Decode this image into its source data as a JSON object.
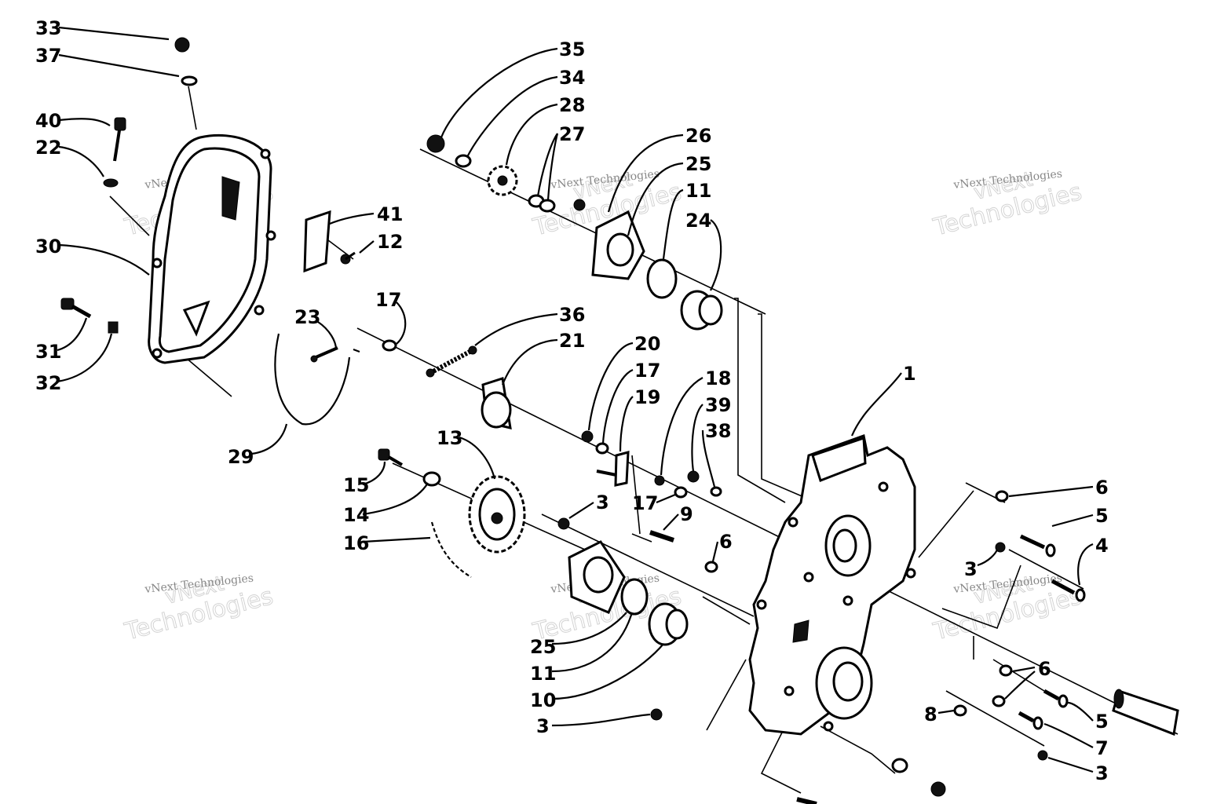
{
  "diagram": {
    "callouts": [
      {
        "id": "c33",
        "label": "33"
      },
      {
        "id": "c37",
        "label": "37"
      },
      {
        "id": "c40",
        "label": "40"
      },
      {
        "id": "c22",
        "label": "22"
      },
      {
        "id": "c30",
        "label": "30"
      },
      {
        "id": "c31",
        "label": "31"
      },
      {
        "id": "c32",
        "label": "32"
      },
      {
        "id": "c29",
        "label": "29"
      },
      {
        "id": "c23",
        "label": "23"
      },
      {
        "id": "c41",
        "label": "41"
      },
      {
        "id": "c12",
        "label": "12"
      },
      {
        "id": "c17a",
        "label": "17"
      },
      {
        "id": "c35",
        "label": "35"
      },
      {
        "id": "c34",
        "label": "34"
      },
      {
        "id": "c28",
        "label": "28"
      },
      {
        "id": "c27",
        "label": "27"
      },
      {
        "id": "c26",
        "label": "26"
      },
      {
        "id": "c25a",
        "label": "25"
      },
      {
        "id": "c11a",
        "label": "11"
      },
      {
        "id": "c24",
        "label": "24"
      },
      {
        "id": "c36",
        "label": "36"
      },
      {
        "id": "c21",
        "label": "21"
      },
      {
        "id": "c20",
        "label": "20"
      },
      {
        "id": "c17b",
        "label": "17"
      },
      {
        "id": "c19",
        "label": "19"
      },
      {
        "id": "c18",
        "label": "18"
      },
      {
        "id": "c39",
        "label": "39"
      },
      {
        "id": "c38",
        "label": "38"
      },
      {
        "id": "c17c",
        "label": "17"
      },
      {
        "id": "c9",
        "label": "9"
      },
      {
        "id": "c6a",
        "label": "6"
      },
      {
        "id": "c1",
        "label": "1"
      },
      {
        "id": "c13",
        "label": "13"
      },
      {
        "id": "c15",
        "label": "15"
      },
      {
        "id": "c14",
        "label": "14"
      },
      {
        "id": "c16",
        "label": "16"
      },
      {
        "id": "c3a",
        "label": "3"
      },
      {
        "id": "c25b",
        "label": "25"
      },
      {
        "id": "c11b",
        "label": "11"
      },
      {
        "id": "c10",
        "label": "10"
      },
      {
        "id": "c3b",
        "label": "3"
      },
      {
        "id": "c6b",
        "label": "6"
      },
      {
        "id": "c5a",
        "label": "5"
      },
      {
        "id": "c4",
        "label": "4"
      },
      {
        "id": "c3c",
        "label": "3"
      },
      {
        "id": "c6c",
        "label": "6"
      },
      {
        "id": "c5b",
        "label": "5"
      },
      {
        "id": "c7",
        "label": "7"
      },
      {
        "id": "c8",
        "label": "8"
      },
      {
        "id": "c3d",
        "label": "3"
      }
    ],
    "watermark": {
      "line1": "vNext",
      "line2": "Technologies",
      "line3": "vNext Technologies"
    }
  }
}
